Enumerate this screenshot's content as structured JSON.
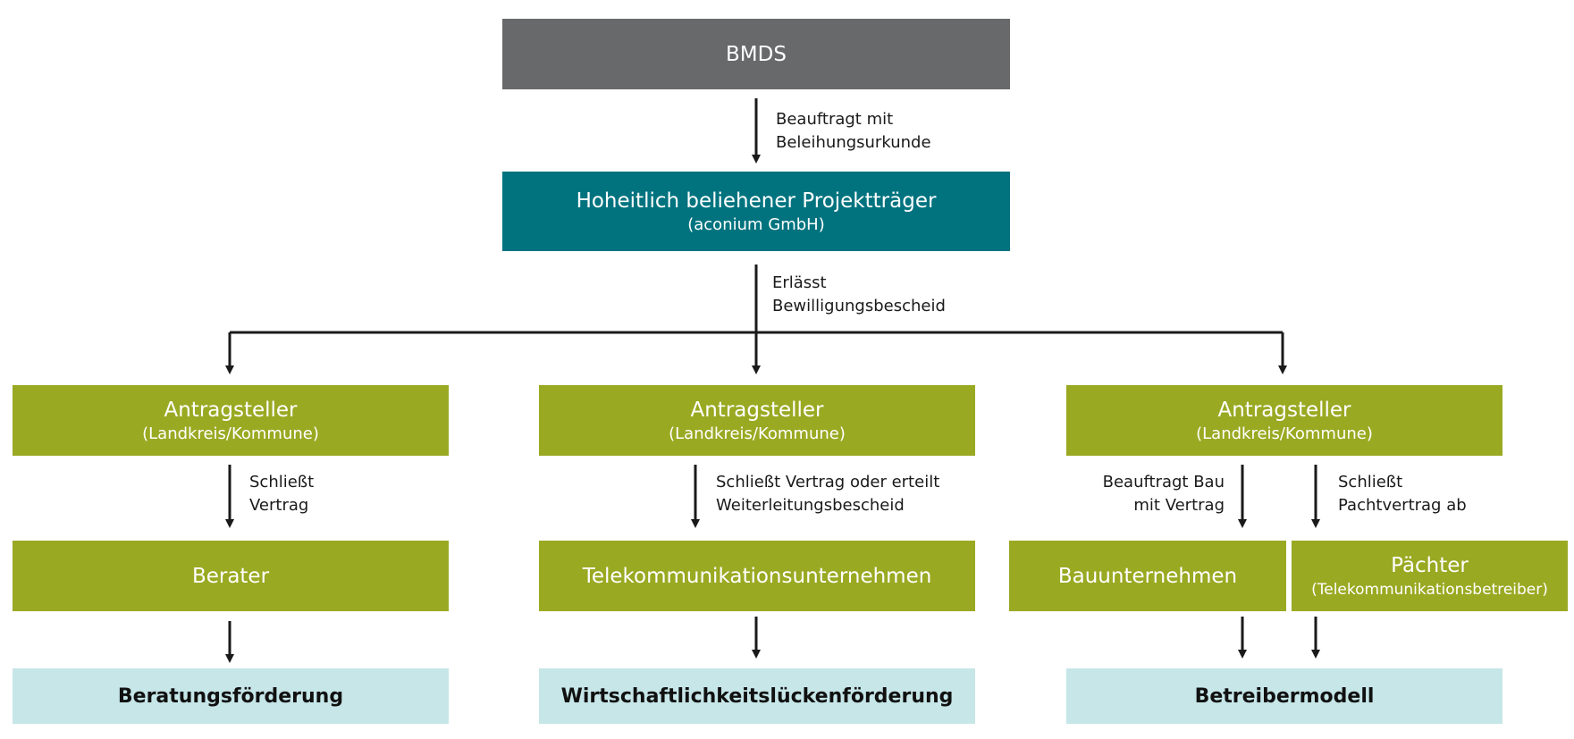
{
  "top": {
    "title": "BMDS"
  },
  "edge_top": {
    "line1": "Beauftragt mit",
    "line2": "Beleihungsurkunde"
  },
  "projekttraeger": {
    "title": "Hoheitlich beliehener Projektträger",
    "subtitle": "(aconium GmbH)"
  },
  "edge_middle": {
    "line1": "Erlässt",
    "line2": "Bewilligungsbescheid"
  },
  "columns": [
    {
      "applicant": {
        "title": "Antragsteller",
        "subtitle": "(Landkreis/Kommune)"
      },
      "edge": {
        "line1": "Schließt",
        "line2": "Vertrag"
      },
      "contractor": {
        "title": "Berater"
      },
      "program": "Beratungsförderung"
    },
    {
      "applicant": {
        "title": "Antragsteller",
        "subtitle": "(Landkreis/Kommune)"
      },
      "edge": {
        "line1": "Schließt Vertrag oder erteilt",
        "line2": "Weiterleitungsbescheid"
      },
      "contractor": {
        "title": "Telekommunikationsunternehmen"
      },
      "program": "Wirtschaftlichkeitslückenförderung"
    },
    {
      "applicant": {
        "title": "Antragsteller",
        "subtitle": "(Landkreis/Kommune)"
      },
      "edge_left": {
        "line1": "Beauftragt Bau",
        "line2": "mit Vertrag"
      },
      "edge_right": {
        "line1": "Schließt",
        "line2": "Pachtvertrag ab"
      },
      "contractor_left": {
        "title": "Bauunternehmen"
      },
      "contractor_right": {
        "title": "Pächter",
        "subtitle": "(Telekommunikationsbetreiber)"
      },
      "program": "Betreibermodell"
    }
  ],
  "colors": {
    "gray": "#67696b",
    "teal": "#00737f",
    "olive": "#9aa922",
    "light": "#c6e6e8",
    "connector": "#1a1a1a"
  }
}
